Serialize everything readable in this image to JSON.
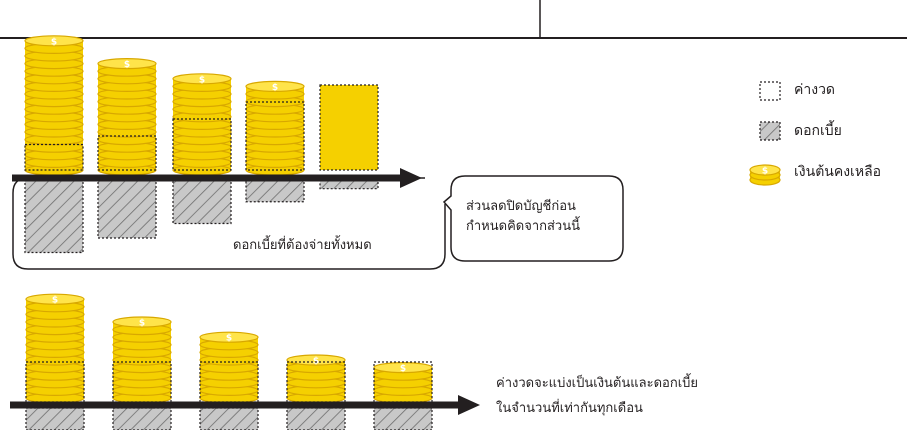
{
  "legend": {
    "installment": "ค่างวด",
    "interest": "ดอกเบี้ย",
    "principal": "เงินต้นคงเหลือ"
  },
  "top_diagram": {
    "interest_total_label": "ดอกเบี้ยที่ต้องจ่ายทั้งหมด",
    "discount_note_line1": "ส่วนลดปิดบัญชีก่อน",
    "discount_note_line2": "กำหนดคิดจากส่วนนี้",
    "coin_stacks": [
      17,
      14,
      12,
      11,
      0
    ],
    "installment_box_heights": [
      3,
      4,
      6,
      8,
      10
    ],
    "interest_box_heights": [
      5,
      4,
      3,
      1.5,
      0.6
    ]
  },
  "bottom_diagram": {
    "note_line1": "ค่างวดจะแบ่งเป็นเงินต้นและดอกเบี้ย",
    "note_line2": "ในจำนวนที่เท่ากันทุกเดือน",
    "coin_stacks": [
      13,
      10,
      8,
      5,
      4
    ]
  },
  "colors": {
    "coin_fill": "#f5d000",
    "coin_edge": "#d8a800",
    "arrow": "#231f20",
    "hatch": "#777777"
  }
}
